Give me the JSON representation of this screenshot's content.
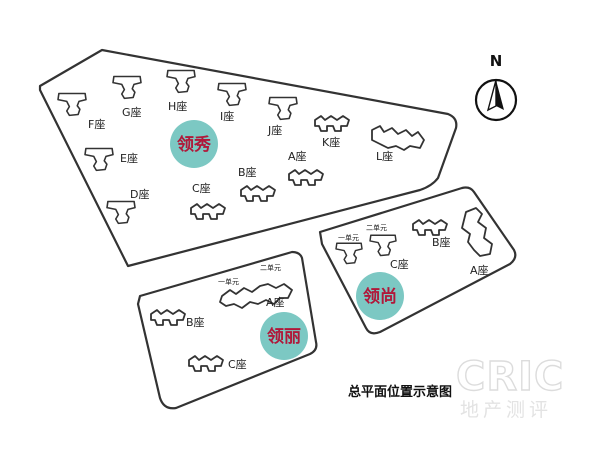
{
  "title": "总平面位置示意图",
  "watermark": {
    "main": "CRIC",
    "sub": "地产测评"
  },
  "compass": {
    "label": "N"
  },
  "colors": {
    "badge_fill": "#7cc8c3",
    "badge_text": "#b0183a",
    "outline": "#333333"
  },
  "zones": [
    {
      "id": "lingxiu",
      "name": "领秀"
    },
    {
      "id": "lingli",
      "name": "领丽"
    },
    {
      "id": "lingshang",
      "name": "领尚"
    }
  ],
  "labels": {
    "lingxiu": [
      "F座",
      "G座",
      "H座",
      "I座",
      "J座",
      "K座",
      "L座",
      "E座",
      "D座",
      "C座",
      "B座",
      "A座"
    ],
    "lingli": [
      "一单元",
      "二单元",
      "A座",
      "B座",
      "C座"
    ],
    "lingshang": [
      "一单元",
      "二单元",
      "C座",
      "B座",
      "A座"
    ]
  }
}
